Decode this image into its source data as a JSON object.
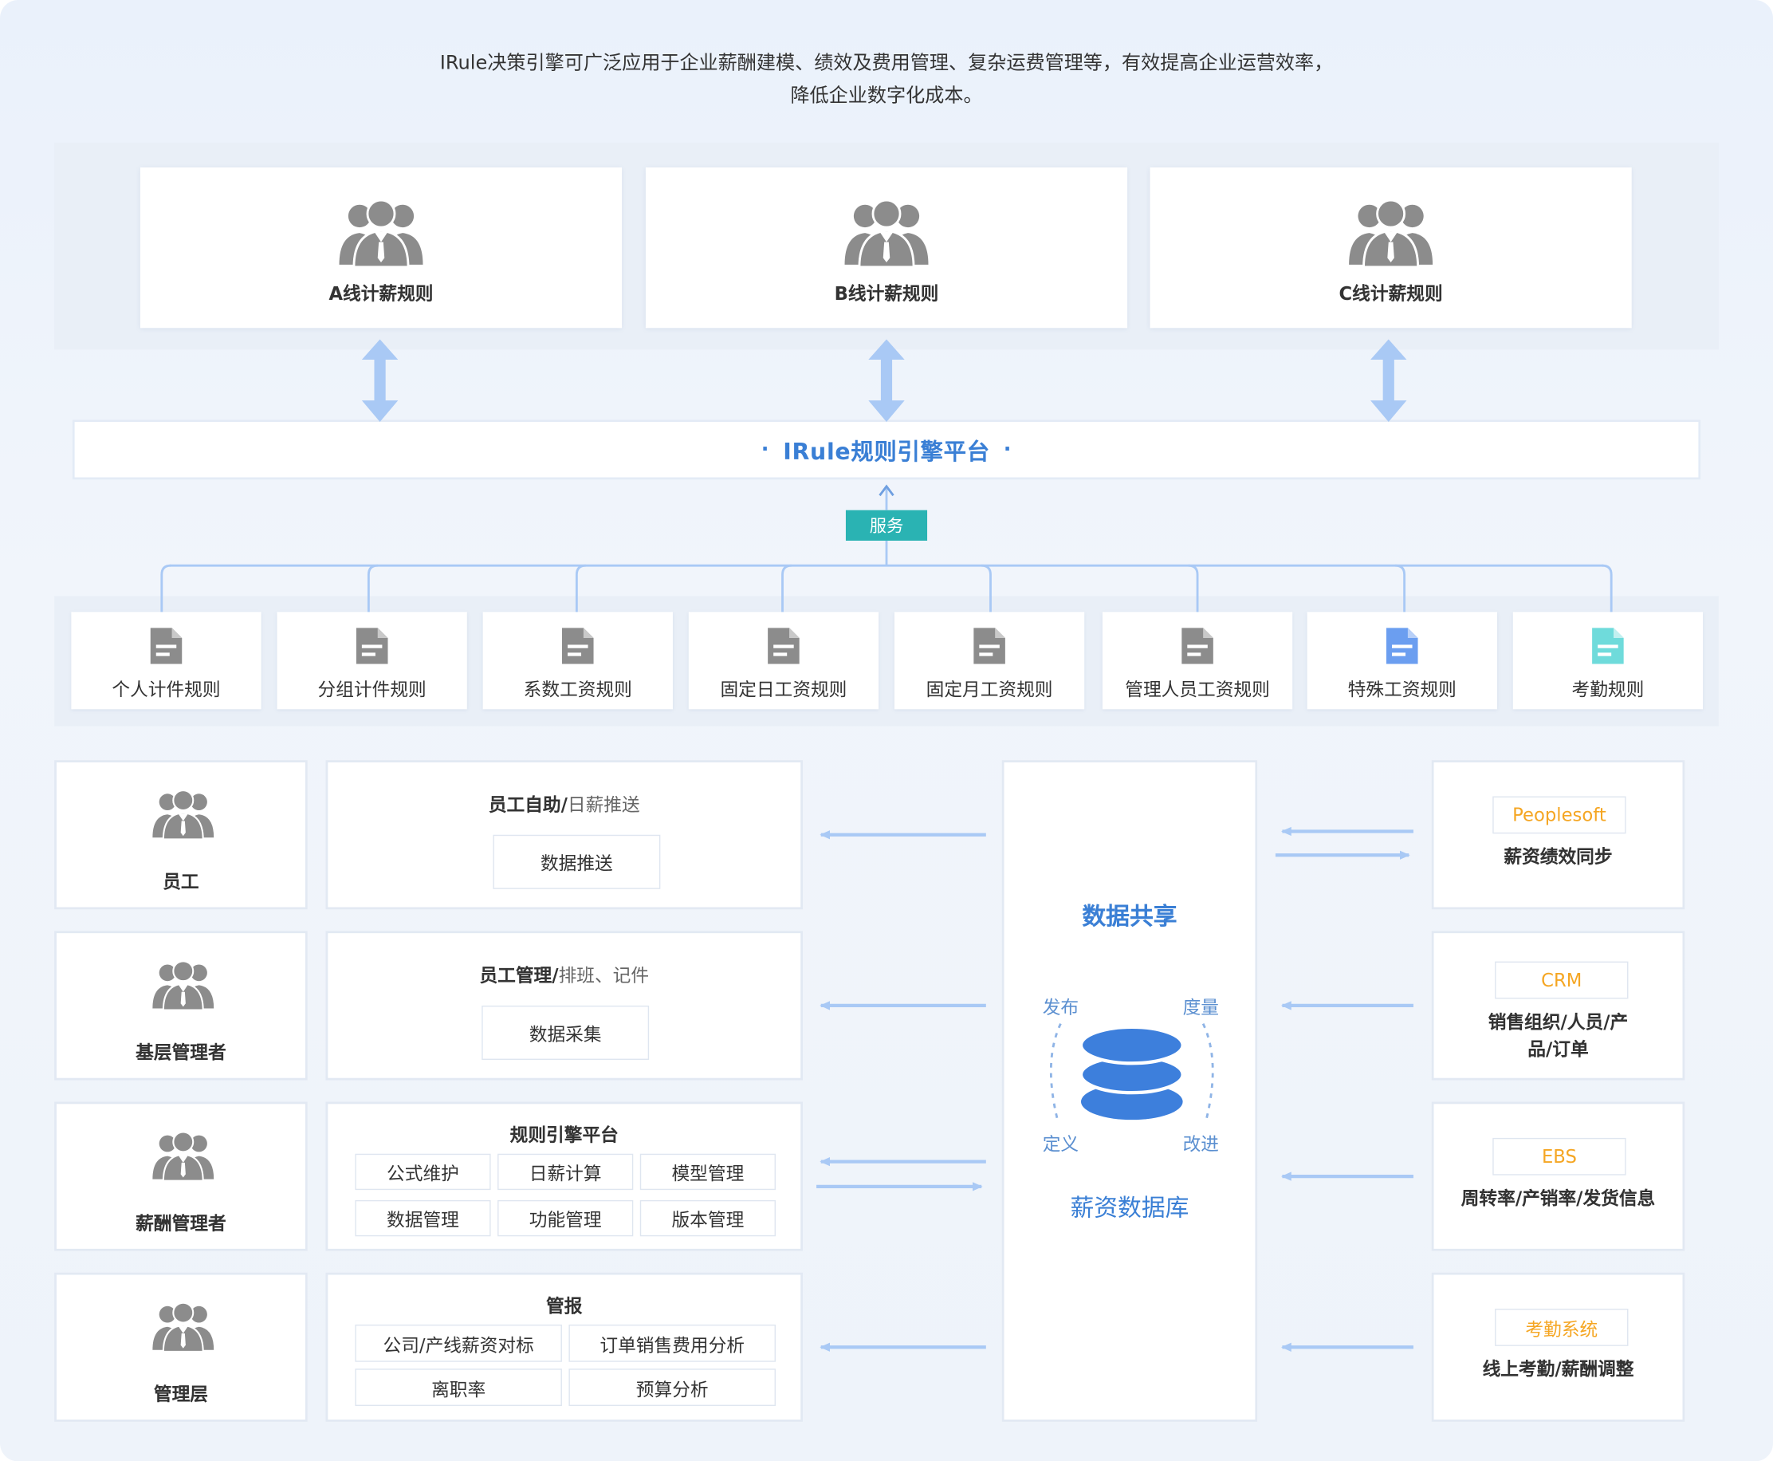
{
  "intro": {
    "line1": "IRule决策引擎可广泛应用于企业薪酬建模、绩效及费用管理、复杂运费管理等，有效提高企业运营效率，",
    "line2": "降低企业数字化成本。"
  },
  "top_rules": [
    "A线计薪规则",
    "B线计薪规则",
    "C线计薪规则"
  ],
  "platform": {
    "dot": "·",
    "title": "IRule规则引擎平台"
  },
  "service_tag": "服务",
  "rule_types": [
    {
      "label": "个人计件规则",
      "color": "#8c8c8c"
    },
    {
      "label": "分组计件规则",
      "color": "#8c8c8c"
    },
    {
      "label": "系数工资规则",
      "color": "#8c8c8c"
    },
    {
      "label": "固定日工资规则",
      "color": "#8c8c8c"
    },
    {
      "label": "固定月工资规则",
      "color": "#8c8c8c"
    },
    {
      "label": "管理人员工资规则",
      "color": "#8c8c8c"
    },
    {
      "label": "特殊工资规则",
      "color": "#6b9ef0"
    },
    {
      "label": "考勤规则",
      "color": "#6fdbdb"
    }
  ],
  "roles": [
    "员工",
    "基层管理者",
    "薪酬管理者",
    "管理层"
  ],
  "sections": {
    "s1": {
      "title": "员工自助",
      "sep": "/",
      "sub": "日薪推送",
      "chips": [
        "数据推送"
      ]
    },
    "s2": {
      "title": "员工管理",
      "sep": "/",
      "sub": "排班、记件",
      "chips": [
        "数据采集"
      ]
    },
    "s3": {
      "title": "规则引擎平台",
      "chips": [
        "公式维护",
        "日薪计算",
        "模型管理",
        "数据管理",
        "功能管理",
        "版本管理"
      ]
    },
    "s4": {
      "title": "管报",
      "chips": [
        "公司/产线薪资对标",
        "订单销售费用分析",
        "离职率",
        "预算分析"
      ]
    }
  },
  "center": {
    "title": "数据共享",
    "cycle": [
      "发布",
      "度量",
      "定义",
      "改进"
    ],
    "db_label": "薪资数据库"
  },
  "sources": [
    {
      "tag": "Peoplesoft",
      "desc": "薪资绩效同步"
    },
    {
      "tag": "CRM",
      "desc_line1": "销售组织/人员/产",
      "desc_line2": "品/订单"
    },
    {
      "tag": "EBS",
      "desc": "周转率/产销率/发货信息"
    },
    {
      "tag": "考勤系统",
      "desc": "线上考勤/薪酬调整"
    }
  ],
  "colors": {
    "accent": "#3a7fd5",
    "arrow": "#a9c9f5",
    "service": "#2ab3b3",
    "source_tag": "#f5a623",
    "icon_gray": "#8c8c8c",
    "db_blue": "#3d7fdc"
  },
  "icons": {
    "people": "people-group-icon",
    "document": "document-icon",
    "database": "database-icon"
  }
}
